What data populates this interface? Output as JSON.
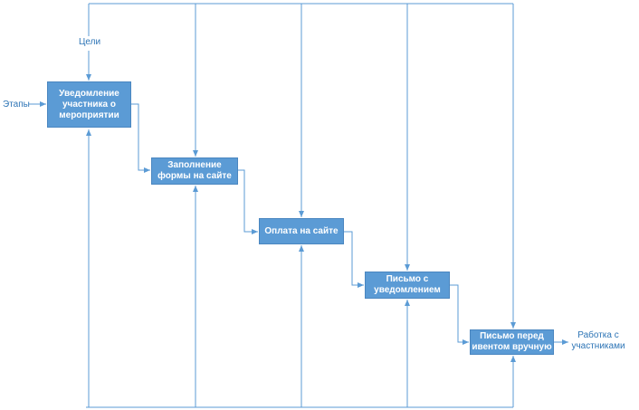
{
  "diagram": {
    "input_label": "Этапы",
    "control_label": "Цели",
    "output_label": "Работка с\nучастниками",
    "steps": [
      "Уведомление\nучастника о\nмероприятии",
      "Заполнение\nформы на сайте",
      "Оплата на сайте",
      "Письмо с\nуведомлением",
      "Письмо перед\nивентом вручную"
    ],
    "line_color": "#5b9bd5",
    "box_color": "#5b9bd5"
  }
}
